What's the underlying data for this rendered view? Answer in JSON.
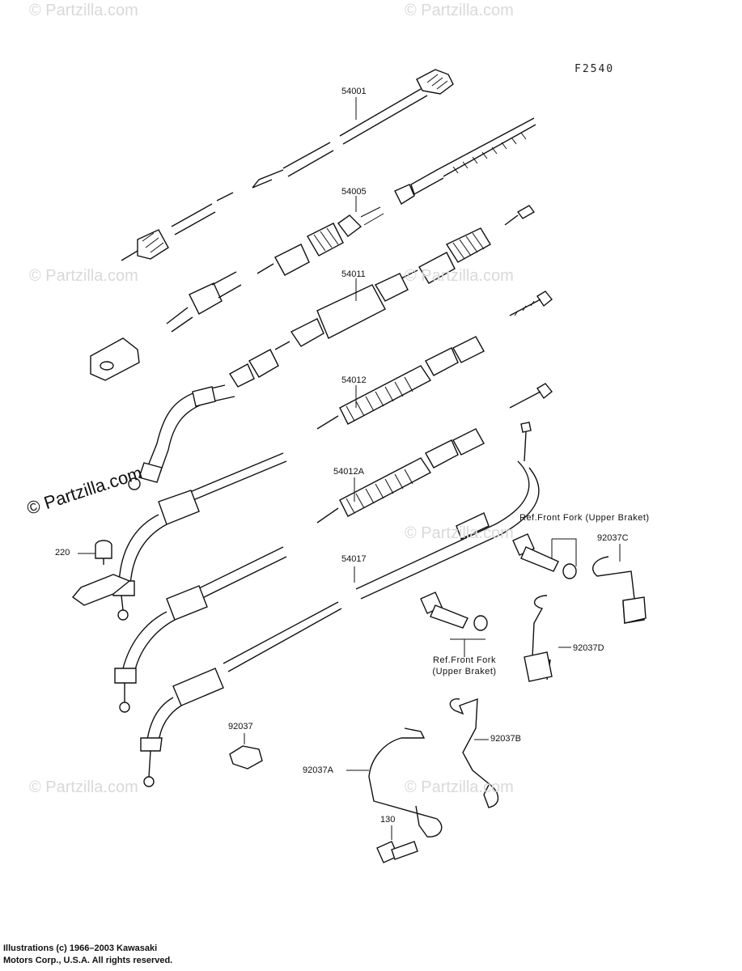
{
  "figure_code": "F2540",
  "watermarks": {
    "light": "© Partzilla.com",
    "strong": "© Partzilla.com"
  },
  "callouts": {
    "p54001": "54001",
    "p54005": "54005",
    "p54011": "54011",
    "p54012": "54012",
    "p54012A": "54012A",
    "p54017": "54017",
    "p220": "220",
    "p92037": "92037",
    "p92037A": "92037A",
    "p92037B": "92037B",
    "p92037C": "92037C",
    "p92037D": "92037D",
    "p130": "130"
  },
  "references": {
    "ref_top_line1": "Ref.Front Fork (Upper Braket)",
    "ref_mid_line1": "Ref.Front Fork",
    "ref_mid_line2": "(Upper Braket)"
  },
  "copyright": {
    "line1": "Illustrations (c) 1966–2003 Kawasaki",
    "line2": "Motors Corp., U.S.A.  All rights reserved."
  }
}
